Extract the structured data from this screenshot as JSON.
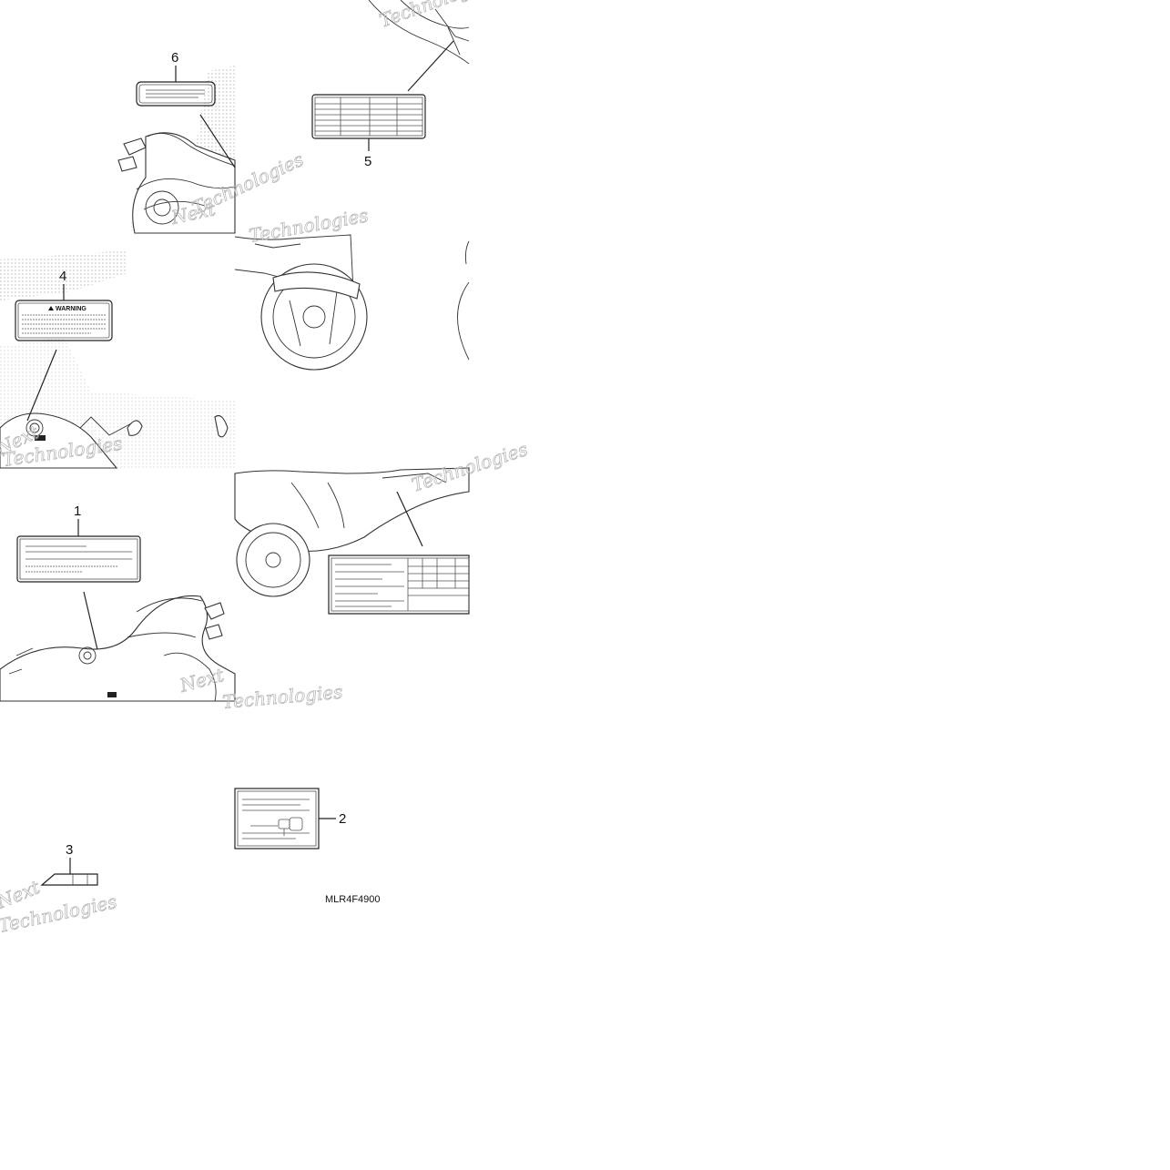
{
  "diagram": {
    "callouts": {
      "label_1": "1",
      "label_2": "2",
      "label_3": "3",
      "label_4": "4",
      "label_5": "5",
      "label_6": "6"
    },
    "warning_label_text": "WARNING",
    "figure_code": "MLR4F4900",
    "watermark": {
      "line_1": "Next",
      "line_2": "Technologies"
    }
  }
}
